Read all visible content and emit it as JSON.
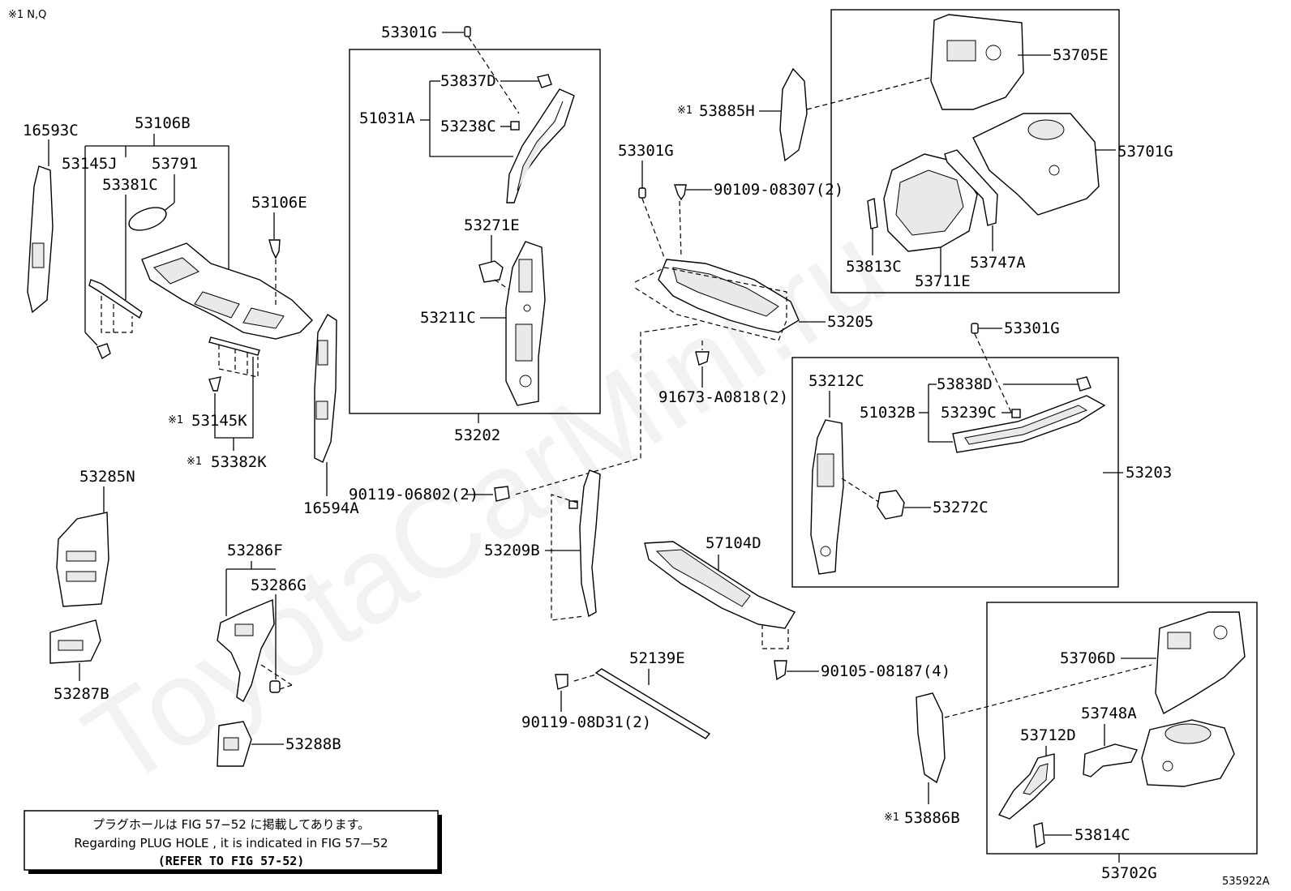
{
  "header_note": "※1 N,Q",
  "diagram_code": "535922A",
  "watermark": "ToyotaCarMini.ru",
  "labels": {
    "p53301G_a": "53301G",
    "p53837D": "53837D",
    "p51031A": "51031A",
    "p53238C": "53238C",
    "p53271E": "53271E",
    "p53211C": "53211C",
    "p53202": "53202",
    "p16593C": "16593C",
    "p53106B": "53106B",
    "p53145J": "53145J",
    "p53791": "53791",
    "p53381C": "53381C",
    "p53106E": "53106E",
    "p53145K": "53145K",
    "p53382K": "53382K",
    "p16594A": "16594A",
    "p53285N": "53285N",
    "p53287B": "53287B",
    "p53286F": "53286F",
    "p53286G": "53286G",
    "p53288B": "53288B",
    "p53301G_b": "53301G",
    "p90109": "90109-08307(2)",
    "p53205": "53205",
    "p91673": "91673-A0818(2)",
    "p90119a": "90119-06802(2)",
    "p53209B": "53209B",
    "p57104D": "57104D",
    "p52139E": "52139E",
    "p90119b": "90119-08D31(2)",
    "p90105": "90105-08187(4)",
    "p53885H": "53885H",
    "p53705E": "53705E",
    "p53701G": "53701G",
    "p53813C": "53813C",
    "p53747A": "53747A",
    "p53711E": "53711E",
    "p53301G_c": "53301G",
    "p53212C": "53212C",
    "p53838D": "53838D",
    "p51032B": "51032B",
    "p53239C": "53239C",
    "p53203": "53203",
    "p53272C": "53272C",
    "p53706D": "53706D",
    "p53748A": "53748A",
    "p53712D": "53712D",
    "p53886B": "53886B",
    "p53814C": "53814C",
    "p53702G": "53702G"
  },
  "marks": {
    "m53885H": "※1",
    "m53145K": "※1",
    "m53382K": "※1",
    "m53886B": "※1"
  },
  "note": {
    "line1": "プラグホールは FIG 57−52 に掲載してあります。",
    "line2": "Regarding PLUG HOLE , it is indicated in FIG 57—52",
    "line3": "(REFER TO FIG 57-52)"
  }
}
